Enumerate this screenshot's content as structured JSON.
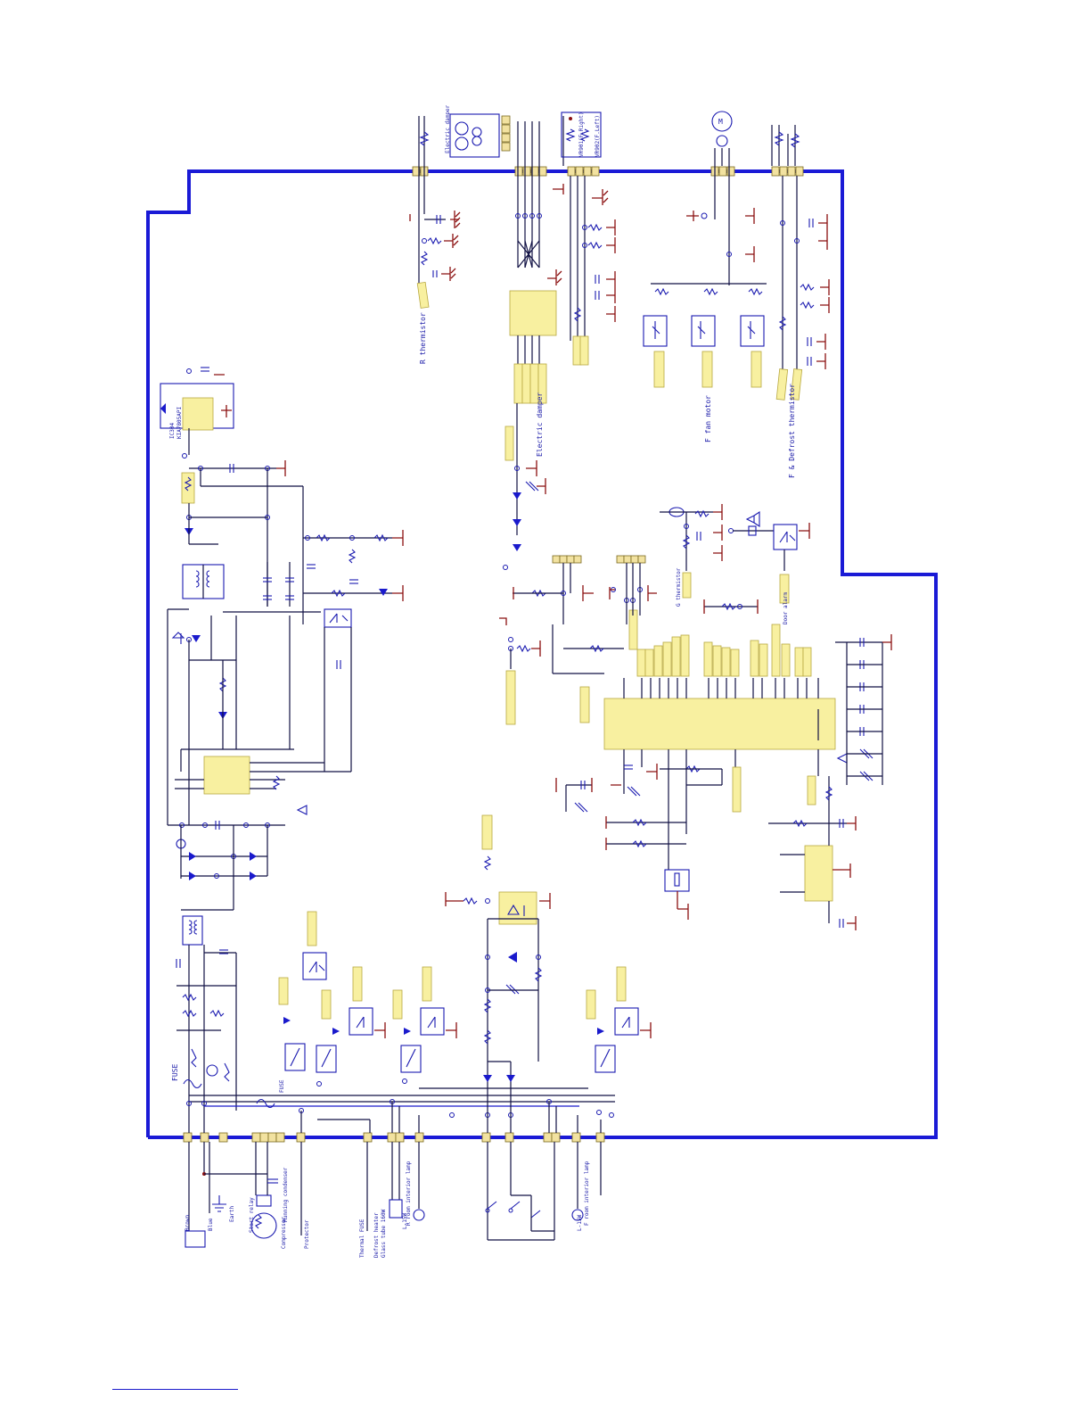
{
  "labels": {
    "r_thermistor": "R thermistor",
    "electric_damper_top": "Electric damper",
    "electric_damper_bottom": "Electric damper",
    "vr_right": "VR901(F.Right)",
    "vr_left": "VR902(F.Left)",
    "ic_name": "IC304",
    "ic_part": "KIA7805API",
    "f_fan_motor": "F fan motor",
    "f_defrost_thermistor": "F & Defrost thermistor",
    "g_thermistor": "G thermistor",
    "door_alarm": "Door alarm",
    "fuse_main": "FUSE",
    "fuse_small": "FUSE",
    "brown": "Brown",
    "blue": "Blue",
    "earth": "Earth",
    "start_relay": "Start relay",
    "running_condenser": "Running condenser",
    "compressor": "Compressor",
    "protector": "Protector",
    "thermal_fuse": "Thermal FUSE",
    "defrost_heater": "Defrost heater",
    "glass_tube": "Glass tube 160W",
    "r_room_lamp": "R room interior lamp",
    "lamp_r_rating": "L-15W",
    "f_room_lamp": "F room interior lamp",
    "lamp_f_rating": "L-15W",
    "mot": "M"
  },
  "colors": {
    "board_outline": "#1a1ad6",
    "wire": "#111144",
    "ground": "#8b1010",
    "connector_fill": "#f2e2a0",
    "label_fill": "#f8f0a0"
  }
}
